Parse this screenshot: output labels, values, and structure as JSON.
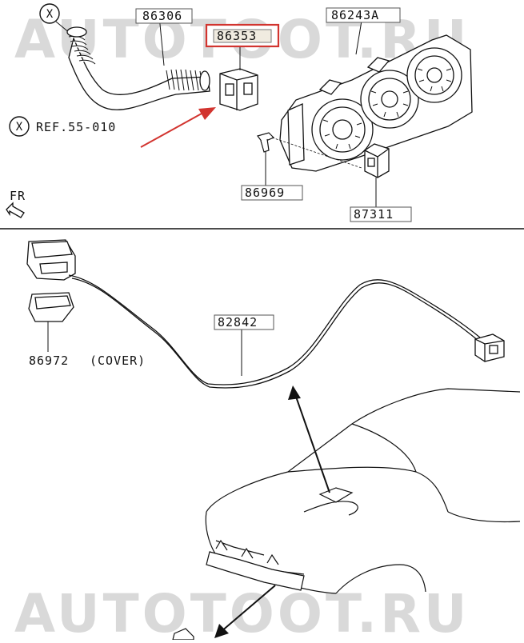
{
  "watermark": {
    "top": "AUTOTOOT.RU",
    "bottom": "AUTOTOOT.RU"
  },
  "colors": {
    "highlight_box": "#d2342f",
    "arrow": "#d2342f",
    "ink": "#111111",
    "watermark": "#d9d9d9",
    "tag_fill": "#f0ebe0"
  },
  "marker": {
    "symbol": "X"
  },
  "ref": {
    "text": "REF.55-010"
  },
  "front_label": "FR",
  "parts": {
    "p86306": "86306",
    "p86353": "86353",
    "p86243A": "86243A",
    "p86969": "86969",
    "p87311": "87311",
    "p82842": "82842",
    "p86972": "86972",
    "p86972_note": "(COVER)"
  },
  "highlighted_part": "86353"
}
